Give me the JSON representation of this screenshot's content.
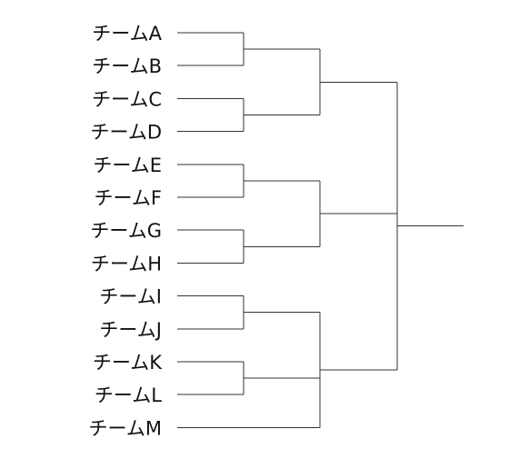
{
  "teams": [
    "チームA",
    "チームB",
    "チームC",
    "チームD",
    "チームE",
    "チームF",
    "チームG",
    "チームH",
    "チームI",
    "チームJ",
    "チームK",
    "チームL",
    "チームM"
  ],
  "bracket": {
    "round1": [
      [
        0,
        1
      ],
      [
        2,
        3
      ],
      [
        4,
        5
      ],
      [
        6,
        7
      ],
      [
        8,
        9
      ],
      [
        10,
        11
      ]
    ],
    "round2": [
      [
        "r1_0",
        "r1_1"
      ],
      [
        "r1_2",
        "r1_3"
      ],
      [
        "r1_4",
        "r1_5",
        "t12"
      ]
    ],
    "round3": [
      [
        "r2_0",
        "r2_1",
        "r2_2"
      ]
    ],
    "champion": "r3_0"
  },
  "colors": {
    "line": "#333333",
    "text": "#111111",
    "background": "#ffffff"
  }
}
